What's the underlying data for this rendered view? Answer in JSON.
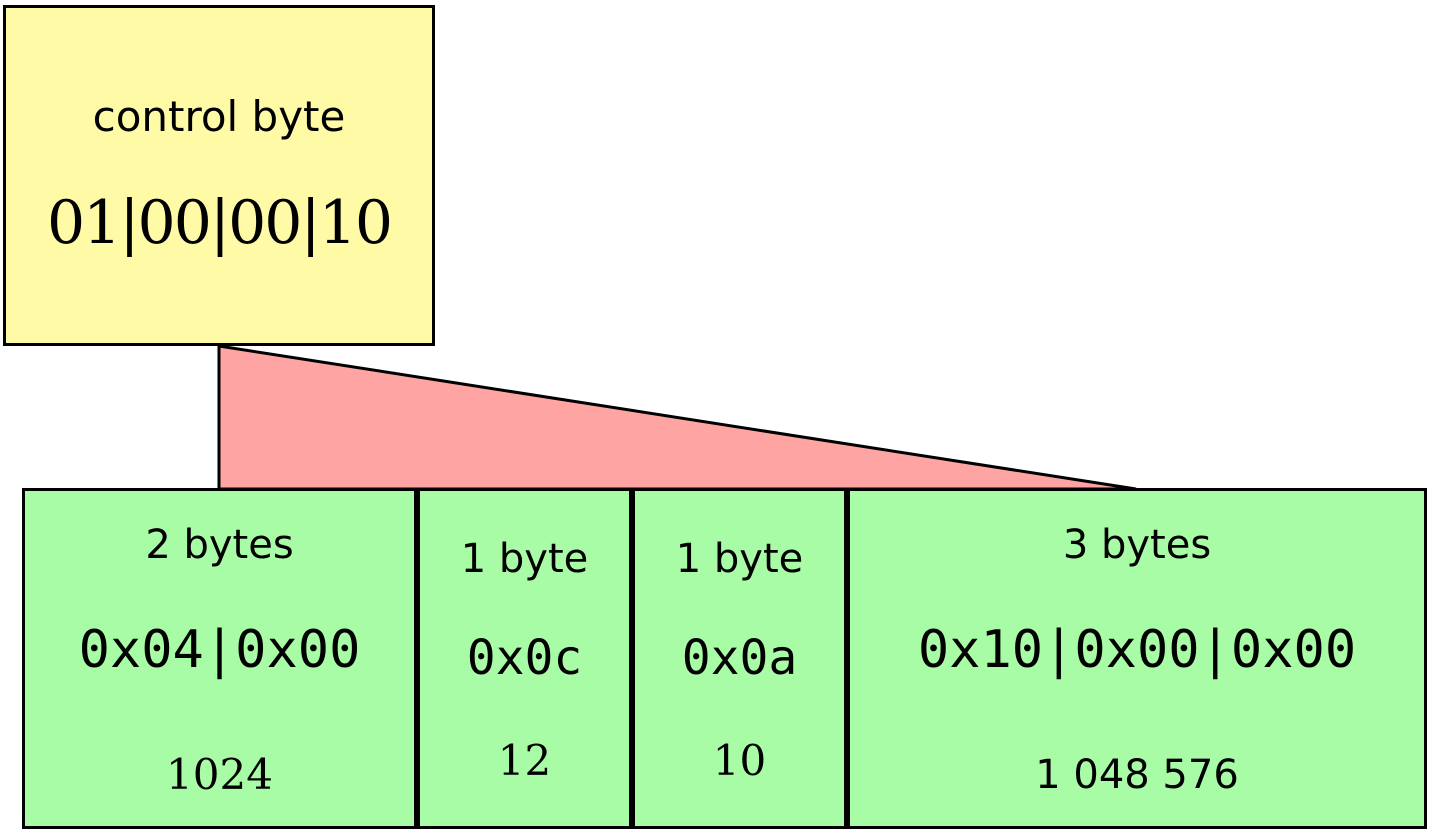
{
  "control": {
    "label": "control byte",
    "value": "01|00|00|10"
  },
  "fields": [
    {
      "label": "2 bytes",
      "hex": "0x04|0x00",
      "decimal": "1024"
    },
    {
      "label": "1 byte",
      "hex": "0x0c",
      "decimal": "12"
    },
    {
      "label": "1 byte",
      "hex": "0x0a",
      "decimal": "10"
    },
    {
      "label": "3 bytes",
      "hex": "0x10|0x00|0x00",
      "decimal": "1 048 576"
    }
  ],
  "colors": {
    "control_fill": "#fffaa6",
    "field_fill": "#a8fca6",
    "wedge_fill": "#fea5a4"
  }
}
